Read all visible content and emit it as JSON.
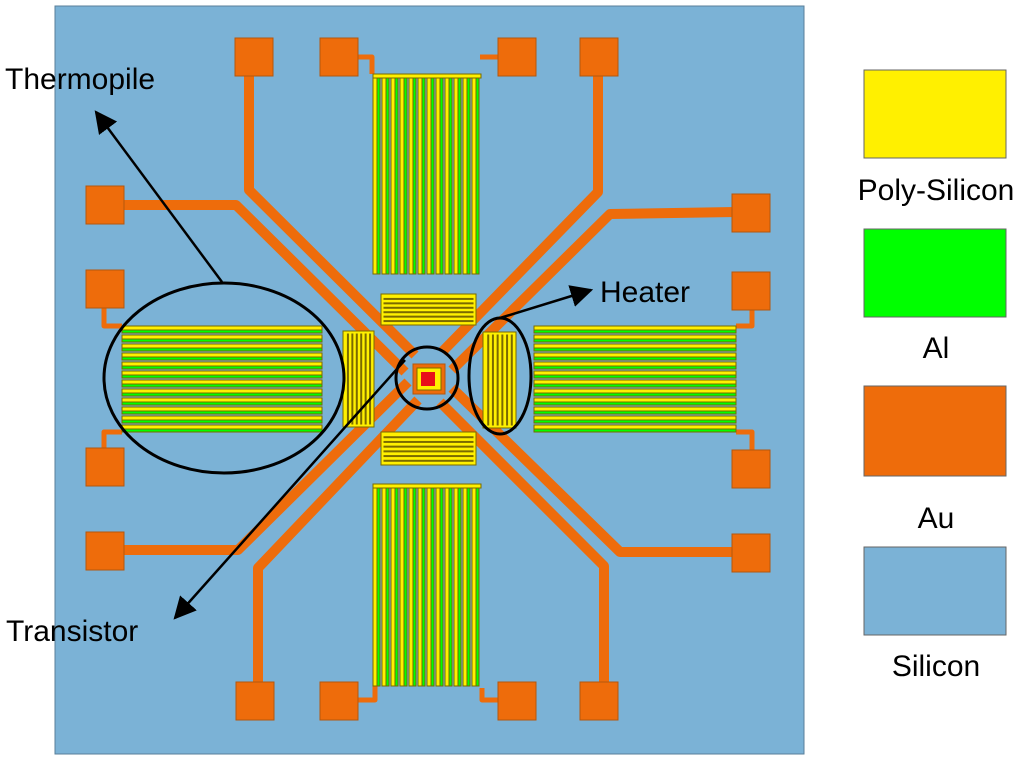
{
  "colors": {
    "poly_silicon": "#FFF000",
    "al": "#00FF00",
    "au": "#EE6C0B",
    "silicon": "#7BB2D6",
    "outline": "#7A6A00",
    "center": "#E8101A",
    "annotation": "#000000"
  },
  "annotations": {
    "thermopile": "Thermopile",
    "heater": "Heater",
    "transistor": "Transistor"
  },
  "legend": [
    {
      "label": "Poly-Silicon",
      "color": "#FFF000"
    },
    {
      "label": "Al",
      "color": "#00FF00"
    },
    {
      "label": "Au",
      "color": "#EE6C0B"
    },
    {
      "label": "Silicon",
      "color": "#7BB2D6"
    }
  ]
}
